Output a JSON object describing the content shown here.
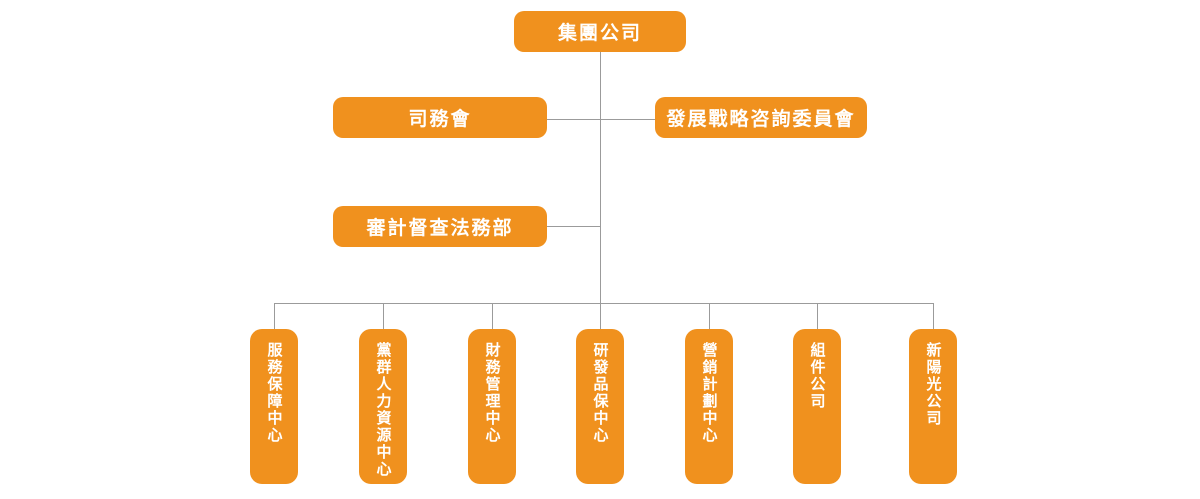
{
  "org_chart": {
    "root": {
      "label": "集團公司"
    },
    "level2": [
      {
        "label": "司務會"
      },
      {
        "label": "發展戰略咨詢委員會"
      }
    ],
    "level3": [
      {
        "label": "審計督查法務部"
      }
    ],
    "departments": [
      {
        "label": "服務保障中心"
      },
      {
        "label": "黨群人力資源中心"
      },
      {
        "label": "財務管理中心"
      },
      {
        "label": "研發品保中心"
      },
      {
        "label": "營銷計劃中心"
      },
      {
        "label": "組件公司"
      },
      {
        "label": "新陽光公司"
      }
    ],
    "colors": {
      "node_fill": "#F0911E",
      "node_text": "#FFFFFF",
      "node_shadow": "#E8E8E8",
      "connector": "#9B9B9B",
      "background": "#FFFFFF"
    }
  }
}
